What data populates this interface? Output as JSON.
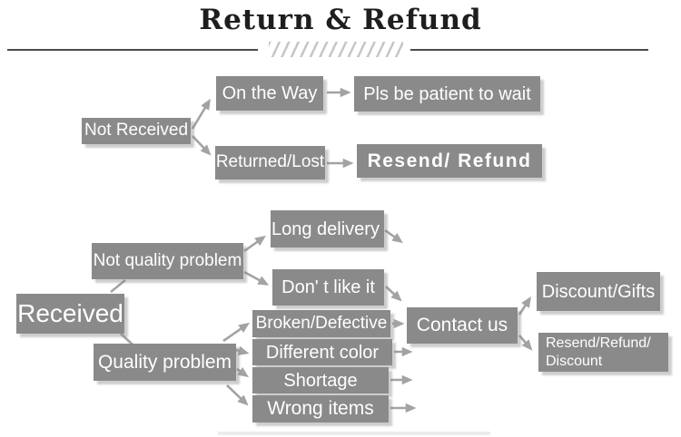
{
  "title": "Return & Refund",
  "colors": {
    "box": "#8a8a8a",
    "arrow": "#a3a3a3",
    "text": "#ffffff",
    "title": "#1e1e1e",
    "hatch": "#c6c6c6"
  },
  "nodes": {
    "not_received": "Not Received",
    "on_the_way": "On the Way",
    "pls_wait": "Pls be patient to wait",
    "returned_lost": "Returned/Lost",
    "resend_refund": "Resend/ Refund",
    "received": "Received",
    "not_quality_problem": "Not quality problem",
    "long_delivery": "Long delivery",
    "dont_like_it": "Don' t like it",
    "quality_problem": "Quality problem",
    "broken_defective": "Broken/Defective",
    "different_color": "Different color",
    "shortage": "Shortage",
    "wrong_items": "Wrong items",
    "contact_us": "Contact us",
    "discount_gifts": "Discount/Gifts",
    "resend_refund_discount": "Resend/Refund/\nDiscount"
  },
  "edges": [
    {
      "from": "not_received",
      "to": "on_the_way"
    },
    {
      "from": "not_received",
      "to": "returned_lost"
    },
    {
      "from": "on_the_way",
      "to": "pls_wait"
    },
    {
      "from": "returned_lost",
      "to": "resend_refund"
    },
    {
      "from": "received",
      "to": "not_quality_problem"
    },
    {
      "from": "received",
      "to": "quality_problem"
    },
    {
      "from": "not_quality_problem",
      "to": "long_delivery"
    },
    {
      "from": "not_quality_problem",
      "to": "dont_like_it"
    },
    {
      "from": "long_delivery",
      "to": "contact_us"
    },
    {
      "from": "dont_like_it",
      "to": "contact_us"
    },
    {
      "from": "quality_problem",
      "to": "broken_defective"
    },
    {
      "from": "quality_problem",
      "to": "different_color"
    },
    {
      "from": "quality_problem",
      "to": "shortage"
    },
    {
      "from": "quality_problem",
      "to": "wrong_items"
    },
    {
      "from": "broken_defective",
      "to": "contact_us"
    },
    {
      "from": "different_color",
      "to": "contact_us"
    },
    {
      "from": "shortage",
      "to": "contact_us"
    },
    {
      "from": "wrong_items",
      "to": "contact_us"
    },
    {
      "from": "contact_us",
      "to": "discount_gifts"
    },
    {
      "from": "contact_us",
      "to": "resend_refund_discount"
    }
  ]
}
